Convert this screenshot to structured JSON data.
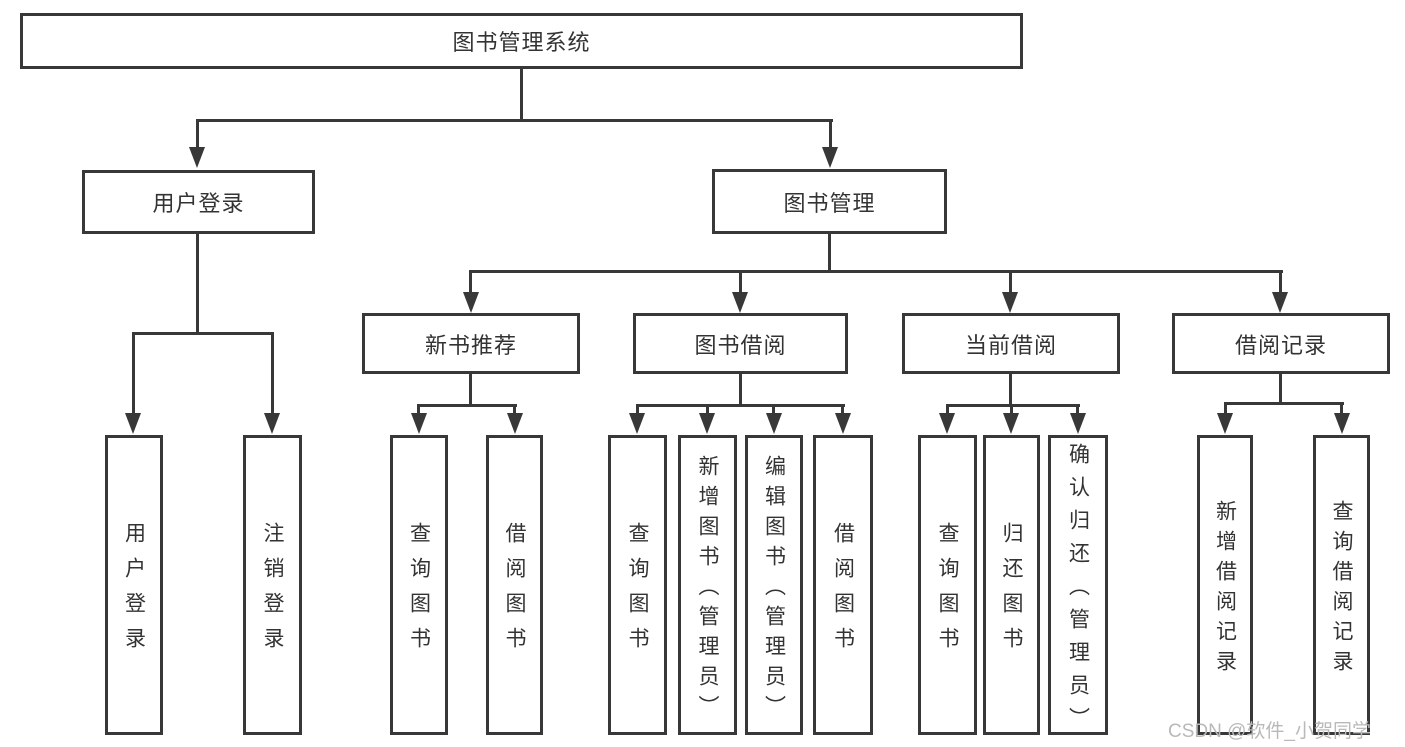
{
  "diagram_title": "图书管理系统",
  "watermark": "CSDN @软件_小贺同学",
  "colors": {
    "line": "#383838",
    "text": "#333333",
    "watermark": "#b9b9b9",
    "background": "#ffffff"
  },
  "nodes": {
    "root": "图书管理系统",
    "user_login": "用户登录",
    "book_mgmt": "图书管理",
    "new_book_rec": "新书推荐",
    "book_borrow": "图书借阅",
    "current_borrow": "当前借阅",
    "borrow_records": "借阅记录",
    "leaf_user_login": "用户登录",
    "leaf_logout": "注销登录",
    "leaf_nb_query": "查询图书",
    "leaf_nb_borrow": "借阅图书",
    "leaf_bb_query": "查询图书",
    "leaf_bb_add": "新增图书（管理员）",
    "leaf_bb_edit": "编辑图书（管理员）",
    "leaf_bb_borrow": "借阅图书",
    "leaf_cb_query": "查询图书",
    "leaf_cb_return": "归还图书",
    "leaf_cb_confirm": "确认归还（管理员）",
    "leaf_br_add": "新增借阅记录",
    "leaf_br_query": "查询借阅记录"
  }
}
